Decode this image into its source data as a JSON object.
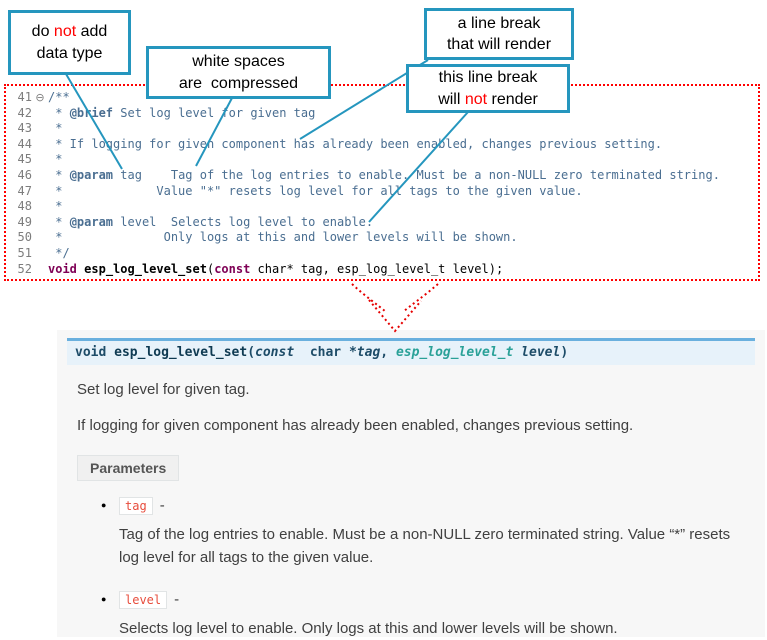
{
  "callouts": [
    {
      "name": "no-datatype",
      "segments": [
        [
          {
            "t": "do "
          },
          {
            "t": "not",
            "red": true
          },
          {
            "t": " add"
          }
        ],
        [
          {
            "t": "data type"
          }
        ]
      ]
    },
    {
      "name": "whitespace",
      "segments": [
        [
          {
            "t": "white spaces"
          }
        ],
        [
          {
            "t": "are  compressed"
          }
        ]
      ]
    },
    {
      "name": "break-renders",
      "segments": [
        [
          {
            "t": "a line break"
          }
        ],
        [
          {
            "t": "that will render"
          }
        ]
      ]
    },
    {
      "name": "break-not-render",
      "segments": [
        [
          {
            "t": "this line break"
          }
        ],
        [
          {
            "t": "will "
          },
          {
            "t": "not",
            "red": true
          },
          {
            "t": " render"
          }
        ]
      ]
    }
  ],
  "editor": {
    "lines": [
      {
        "n": "41",
        "fold": "⊖",
        "segs": [
          {
            "t": "/**",
            "c": "cmt"
          }
        ]
      },
      {
        "n": "42",
        "segs": [
          {
            "t": " * ",
            "c": "cmt"
          },
          {
            "t": "@brief",
            "c": "tag"
          },
          {
            "t": " Set log level for given tag",
            "c": "cmt"
          }
        ]
      },
      {
        "n": "43",
        "segs": [
          {
            "t": " *",
            "c": "cmt"
          }
        ]
      },
      {
        "n": "44",
        "segs": [
          {
            "t": " * If logging for given component has already been enabled, changes previous setting.",
            "c": "cmt"
          }
        ]
      },
      {
        "n": "45",
        "segs": [
          {
            "t": " *",
            "c": "cmt"
          }
        ]
      },
      {
        "n": "46",
        "segs": [
          {
            "t": " * ",
            "c": "cmt"
          },
          {
            "t": "@param",
            "c": "tag"
          },
          {
            "t": " tag    Tag of the log entries to enable. Must be a non-NULL zero terminated string.",
            "c": "cmt"
          }
        ]
      },
      {
        "n": "47",
        "segs": [
          {
            "t": " *             Value \"*\" resets log level for all tags to the given value.",
            "c": "cmt"
          }
        ]
      },
      {
        "n": "48",
        "segs": [
          {
            "t": " *",
            "c": "cmt"
          }
        ]
      },
      {
        "n": "49",
        "segs": [
          {
            "t": " * ",
            "c": "cmt"
          },
          {
            "t": "@param",
            "c": "tag"
          },
          {
            "t": " level  Selects log level to enable.",
            "c": "cmt"
          }
        ]
      },
      {
        "n": "50",
        "segs": [
          {
            "t": " *              Only logs at this and lower levels will be shown.",
            "c": "cmt"
          }
        ]
      },
      {
        "n": "51",
        "segs": [
          {
            "t": " */",
            "c": "cmt"
          }
        ]
      },
      {
        "n": "52",
        "segs": [
          {
            "t": "void",
            "c": "kw"
          },
          {
            "t": " ",
            "c": "pln"
          },
          {
            "t": "esp_log_level_set",
            "c": "fn"
          },
          {
            "t": "(",
            "c": "pln"
          },
          {
            "t": "const",
            "c": "kw"
          },
          {
            "t": " char* tag, esp_log_level_t level);",
            "c": "pln"
          }
        ]
      }
    ]
  },
  "doc": {
    "signature": [
      {
        "t": "void",
        "c": "sig-kw"
      },
      {
        "t": " ",
        "c": "sig-pln"
      },
      {
        "t": "esp_log_level_set",
        "c": "sig-name"
      },
      {
        "t": "(",
        "c": "sig-pln"
      },
      {
        "t": "const",
        "c": "sig-kw-i"
      },
      {
        "t": "  char *",
        "c": "sig-pln"
      },
      {
        "t": "tag",
        "c": "sig-param"
      },
      {
        "t": ", ",
        "c": "sig-pln"
      },
      {
        "t": "esp_log_level_t",
        "c": "sig-type"
      },
      {
        "t": " ",
        "c": "sig-pln"
      },
      {
        "t": "level",
        "c": "sig-param"
      },
      {
        "t": ")",
        "c": "sig-pln"
      }
    ],
    "paragraphs": [
      "Set log level for given tag.",
      "If logging for given component has already been enabled, changes previous setting."
    ],
    "parameters_label": "Parameters",
    "params": [
      {
        "name": "tag",
        "sep": "-",
        "desc": "Tag of the log entries to enable. Must be a non-NULL zero terminated string. Value “*” resets log level for all tags to the given value."
      },
      {
        "name": "level",
        "sep": "-",
        "desc": "Selects log level to enable. Only logs at this and lower levels will be shown."
      }
    ]
  },
  "icons": {
    "fold_icon": "⊖",
    "bullet_icon": "●"
  },
  "colors": {
    "callout_border": "#2596be",
    "annotation_red": "#ff0000",
    "code_border_red": "#ff0000",
    "comment_blue": "#4a6e91",
    "keyword_maroon": "#7f0055",
    "signature_bg": "#e7f2fa",
    "signature_border": "#6ab0de",
    "param_literal_red": "#e74c3c",
    "doc_panel_bg": "#f7f7f7"
  }
}
